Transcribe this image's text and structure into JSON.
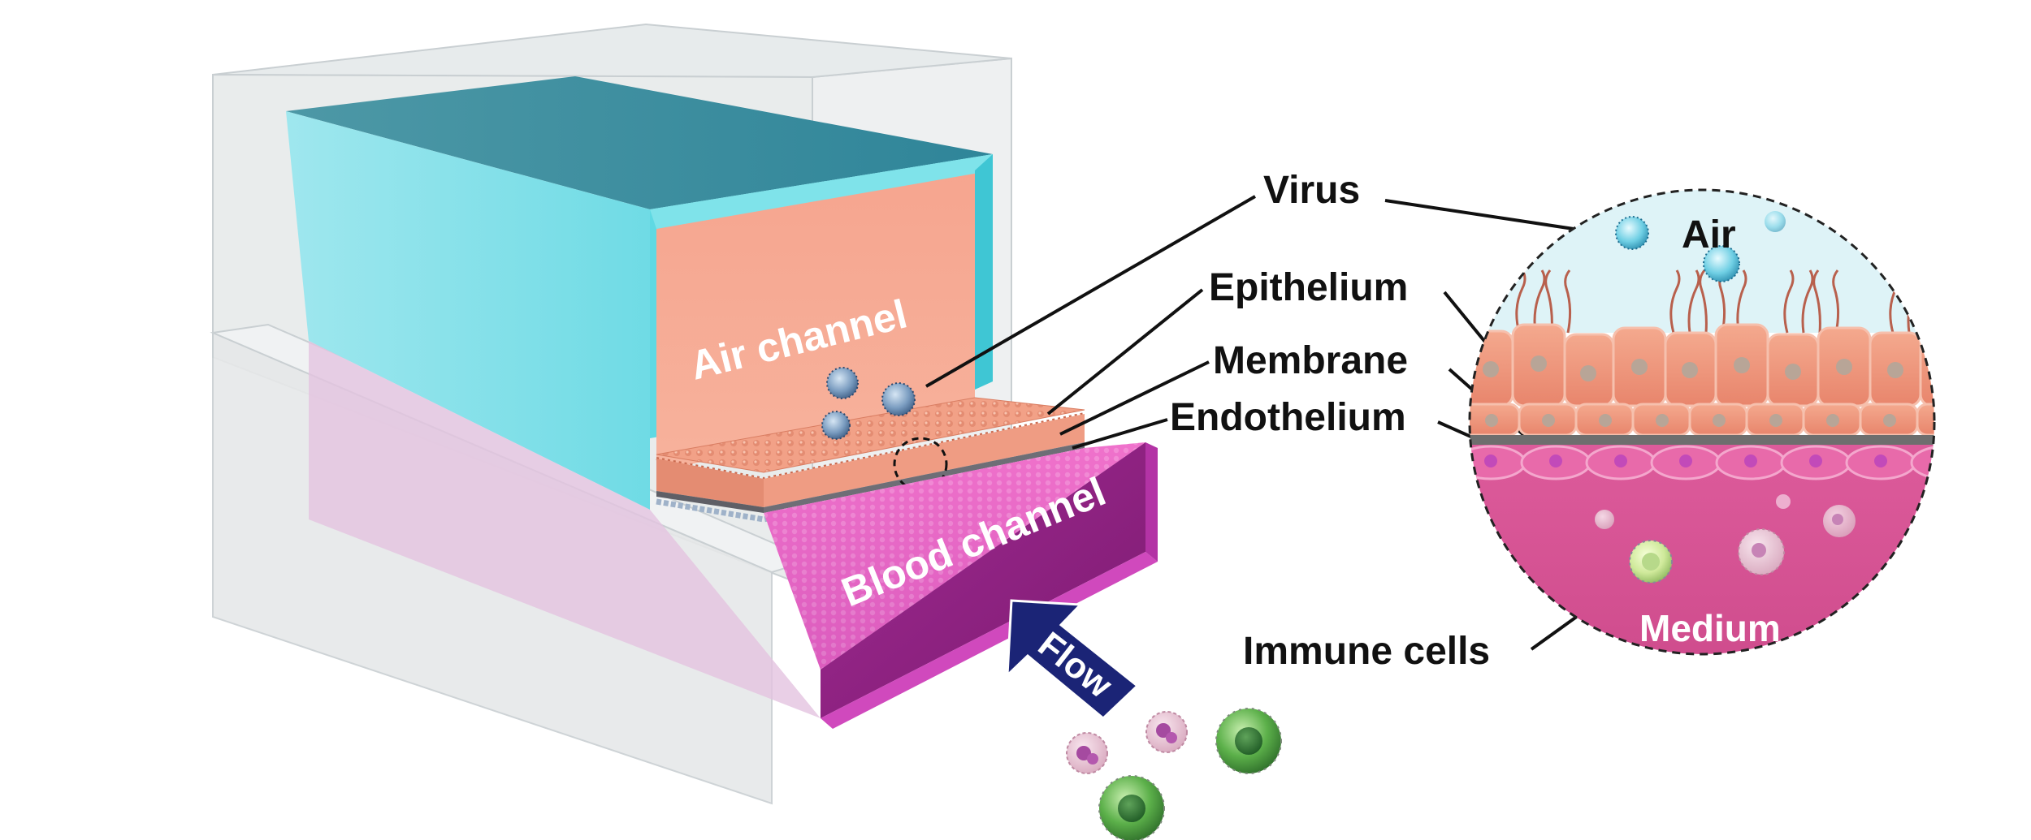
{
  "chip": {
    "air_channel_label": "Air channel",
    "blood_channel_label": "Blood channel",
    "flow_label": "Flow"
  },
  "callouts": {
    "virus": "Virus",
    "epithelium": "Epithelium",
    "membrane": "Membrane",
    "endothelium": "Endothelium",
    "immune_cells": "Immune cells"
  },
  "zoom": {
    "air_label": "Air",
    "medium_label": "Medium"
  },
  "colors": {
    "air_channel": "#5fd9e3",
    "air_channel_dark": "#2d8fa6",
    "blood_channel": "#c83cb8",
    "blood_channel_dark": "#8a1f7e",
    "epithelium": "#f3977f",
    "endothelium": "#e46aa5",
    "medium": "#d95697",
    "air_zone": "#dff3f7",
    "flow_arrow": "#1a2273",
    "membrane": "#6e6e6e"
  }
}
